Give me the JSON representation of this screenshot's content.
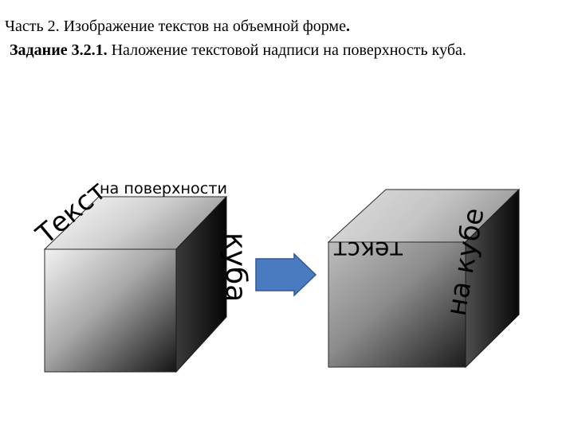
{
  "heading": {
    "text": "Часть 2. Изображение текстов на объемной форме",
    "end_mark": "."
  },
  "task": {
    "number": "Задание 3.2.1.",
    "text": " Наложение текстовой надписи на поверхность куба."
  },
  "cube_before": {
    "word_left": "Текст",
    "word_top": "на поверхности",
    "word_right": "куба"
  },
  "cube_after": {
    "word_front": "текст",
    "word_side": "на кубе"
  },
  "arrow": {
    "color": "#4a7bc0",
    "stroke": "#2e5a94"
  }
}
